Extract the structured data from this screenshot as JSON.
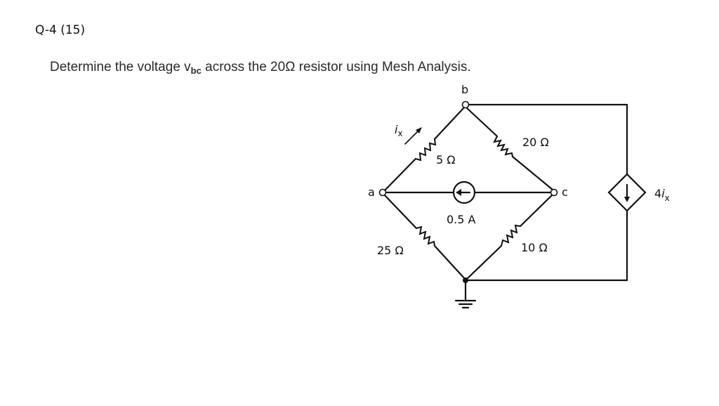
{
  "question": {
    "number": "Q-4 (15)",
    "text_before": "Determine the voltage v",
    "subscript": "bc",
    "text_after": " across the 20Ω resistor using Mesh Analysis."
  },
  "circuit": {
    "nodes": {
      "a": "a",
      "b": "b",
      "c": "c"
    },
    "resistors": {
      "ab": "5 Ω",
      "bc": "20 Ω",
      "ad": "25 Ω",
      "cd": "10 Ω"
    },
    "current_source": "0.5 A",
    "current_label": {
      "base": "i",
      "sub": "x"
    },
    "dependent_source": {
      "coef": "4",
      "base": "i",
      "sub": "x"
    }
  }
}
